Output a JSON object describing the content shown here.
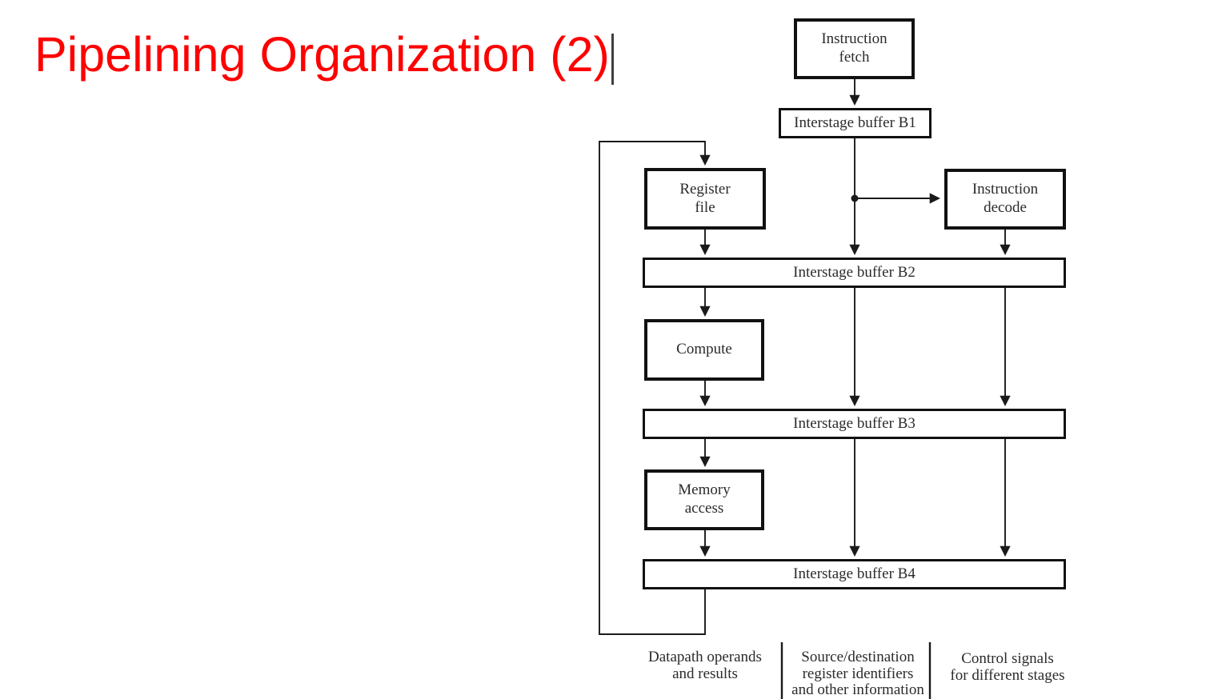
{
  "title": {
    "text": "Pipelining Organization (2)",
    "color": "#fe0000"
  },
  "diagram": {
    "line_color": "#1a1a1a",
    "stages": [
      {
        "id": "instruction-fetch",
        "label": "Instruction\nfetch"
      },
      {
        "id": "register-file",
        "label": "Register\nfile"
      },
      {
        "id": "instruction-decode",
        "label": "Instruction\ndecode"
      },
      {
        "id": "compute",
        "label": "Compute"
      },
      {
        "id": "memory-access",
        "label": "Memory\naccess"
      }
    ],
    "buffers": [
      {
        "id": "buffer-b1",
        "label": "Interstage buffer B1"
      },
      {
        "id": "buffer-b2",
        "label": "Interstage buffer B2"
      },
      {
        "id": "buffer-b3",
        "label": "Interstage buffer B3"
      },
      {
        "id": "buffer-b4",
        "label": "Interstage buffer B4"
      }
    ],
    "legend": [
      {
        "id": "datapath",
        "label": "Datapath operands\nand results"
      },
      {
        "id": "source-dest",
        "label": "Source/destination\nregister identifiers\nand other information"
      },
      {
        "id": "control",
        "label": "Control signals\nfor different stages"
      }
    ]
  }
}
